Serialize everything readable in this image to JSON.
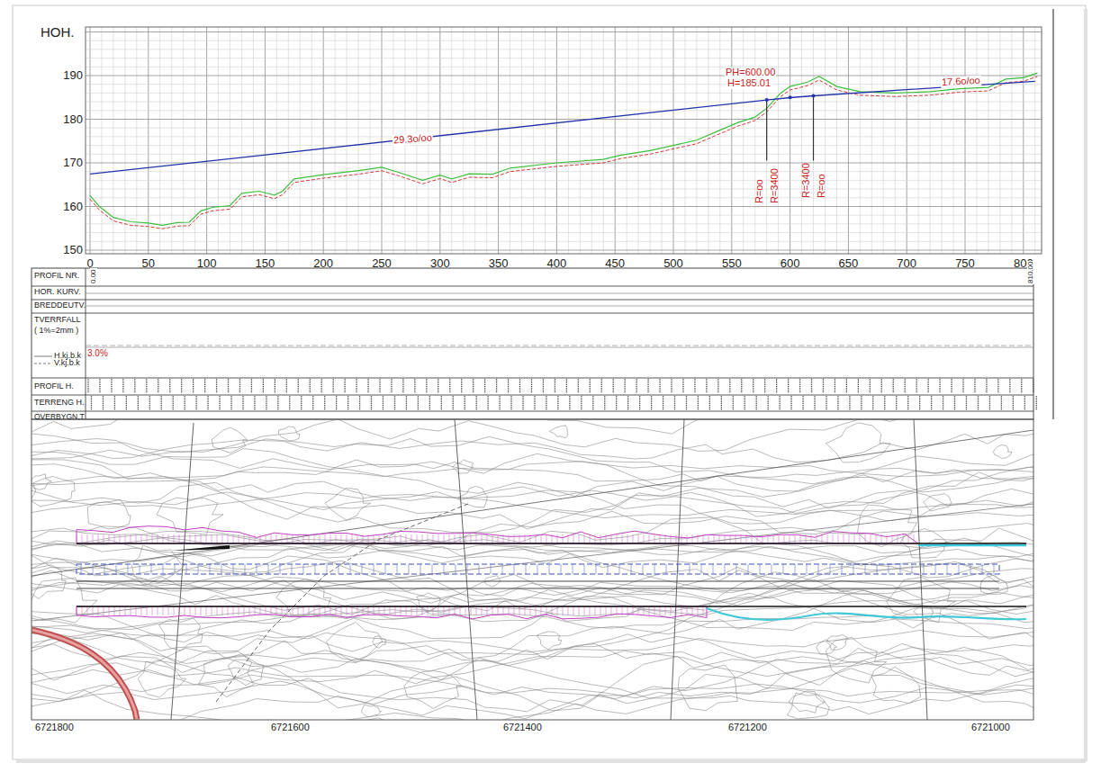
{
  "diagram": {
    "labels": [
      "HOH.",
      "190",
      "180",
      "170",
      "160",
      "150",
      "0",
      "50",
      "100",
      "150",
      "200",
      "250",
      "300",
      "350",
      "400",
      "450",
      "500",
      "550",
      "600",
      "650",
      "700",
      "750",
      "800",
      "29.3o/oo",
      "PH=600.00",
      "H=185.01",
      "R=oo",
      "R=3400",
      "R=3400",
      "R=oo",
      "17.6o/oo",
      "PROFIL NR.",
      "HOR. KURV.",
      "BREDDEUTV.",
      "TVERRFALL",
      "( 1%=2mm )",
      "H.kj.b.k",
      "V.kj.b.k",
      "3.0%",
      "PROFIL H.",
      "TERRENG H.",
      "OVERBYGN.T",
      "0.00",
      "810.00",
      "6721800",
      "6721600",
      "6721400",
      "6721200",
      "6721000"
    ]
  }
}
